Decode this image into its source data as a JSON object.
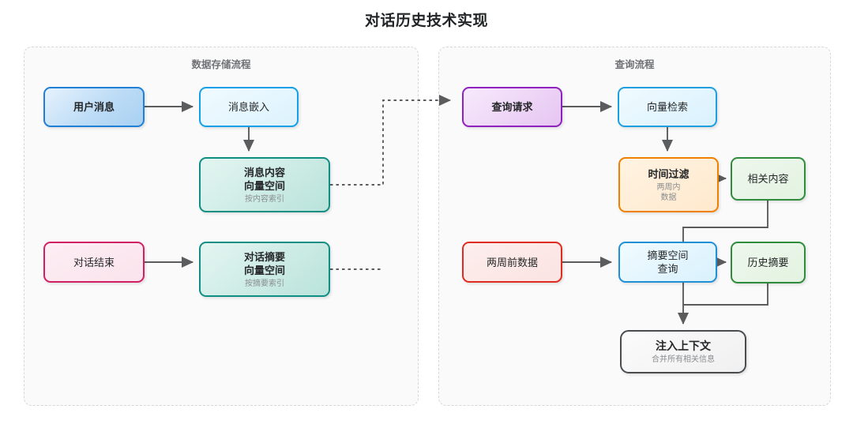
{
  "title": "对话历史技术实现",
  "panels": [
    {
      "id": "storage",
      "label": "数据存储流程"
    },
    {
      "id": "query",
      "label": "查询流程"
    }
  ],
  "nodes": {
    "user_message": {
      "main": "用户消息",
      "sub": ""
    },
    "message_embed": {
      "main": "消息嵌入",
      "sub": ""
    },
    "content_vector": {
      "main": "消息内容\n向量空间",
      "line1": "消息内容",
      "line2": "向量空间",
      "sub": "按内容索引"
    },
    "dialog_end": {
      "main": "对话结束",
      "sub": ""
    },
    "summary_vector": {
      "line1": "对话摘要",
      "line2": "向量空间",
      "sub": "按摘要索引"
    },
    "query_request": {
      "main": "查询请求",
      "sub": ""
    },
    "vector_search": {
      "main": "向量检索",
      "sub": ""
    },
    "time_filter": {
      "main": "时间过滤",
      "sub1": "两周内",
      "sub2": "数据"
    },
    "related_content": {
      "main": "相关内容",
      "sub": ""
    },
    "old_data": {
      "main": "两周前数据",
      "sub": ""
    },
    "summary_query": {
      "line1": "摘要空间",
      "line2": "查询",
      "sub": ""
    },
    "history_summary": {
      "main": "历史摘要",
      "sub": ""
    },
    "inject_context": {
      "main": "注入上下文",
      "sub": "合并所有相关信息"
    }
  },
  "colors": {
    "blue_strong": "#1f80d6",
    "blue_light": "#14a0e8",
    "teal": "#0f8f84",
    "pink": "#d21f64",
    "purple": "#8f22be",
    "sky": "#1f9fe0",
    "orange": "#f08000",
    "green": "#2f8c3c",
    "red": "#e02b20",
    "gray": "#4a4d50",
    "edge": "#5a5c5e",
    "panel_border": "#d7d7d9",
    "background": "#ffffff"
  }
}
